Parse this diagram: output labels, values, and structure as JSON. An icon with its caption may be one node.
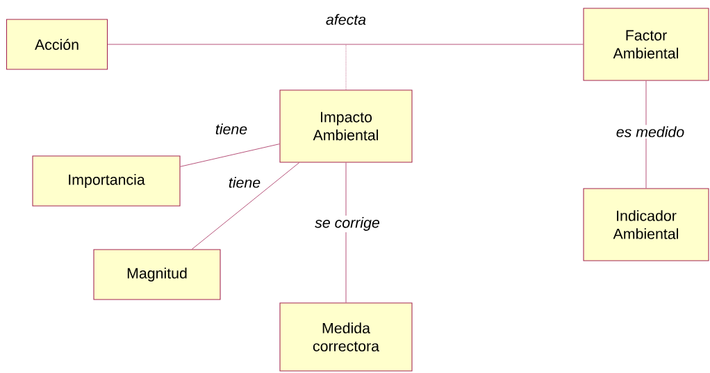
{
  "diagram": {
    "nodes": [
      {
        "text": [
          "Acción"
        ]
      },
      {
        "text": [
          "Factor Ambiental"
        ]
      },
      {
        "text": [
          "Impacto Ambiental"
        ]
      },
      {
        "text": [
          "Importancia"
        ]
      },
      {
        "text": [
          "Magnitud"
        ]
      },
      {
        "text": [
          "Medida correctora"
        ]
      },
      {
        "text": [
          "Indicador Ambiental"
        ]
      }
    ],
    "edges": [
      {
        "from": 0,
        "to": 1,
        "arrow": "none",
        "label": "afecta"
      },
      {
        "from": null,
        "to": 2,
        "arrow": "none",
        "style": "dashed"
      },
      {
        "from": 2,
        "to": 3,
        "arrow": "none",
        "label": "tiene"
      },
      {
        "from": 2,
        "to": 4,
        "arrow": "none",
        "label": "tiene"
      },
      {
        "from": 2,
        "to": 5,
        "arrow": "none",
        "label": "se corrige"
      },
      {
        "from": 1,
        "to": 6,
        "arrow": "none",
        "label": "es medido"
      }
    ]
  }
}
